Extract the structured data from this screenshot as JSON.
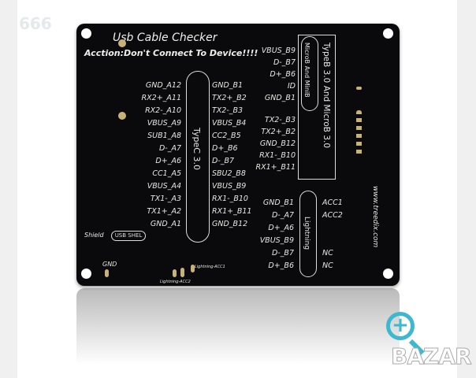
{
  "watermark": "666",
  "board": {
    "title": "Usb Cable Checker",
    "warning": "Acction:Don't Connect To Device!!!!",
    "typec_label": "TypeC 3.0",
    "typec_left": [
      "GND_A12",
      "RX2+_A11",
      "RX2-_A10",
      "VBUS_A9",
      "SUB1_A8",
      "D-_A7",
      "D+_A6",
      "CC1_A5",
      "VBUS_A4",
      "TX1-_A3",
      "TX1+_A2",
      "GND_A1"
    ],
    "typec_right": [
      "GND_B1",
      "TX2+_B2",
      "TX2-_B3",
      "VBUS_B4",
      "CC2_B5",
      "D+_B6",
      "D-_B7",
      "SBU2_B8",
      "VBUS_B9",
      "RX1-_B10",
      "RX1+_B11",
      "GND_B12"
    ],
    "typeb_label": "TypeB 3.0 And MicroB 3.0",
    "microb_label": "MicroB And MiniB",
    "typeb_pins": [
      "VBUS_B9",
      "D-_B7",
      "D+_B6",
      "ID",
      "GND_B1",
      "TX2-_B3",
      "TX2+_B2",
      "GND_B12",
      "RX1-_B10",
      "RX1+_B11"
    ],
    "lightning_label": "Lightning",
    "lightning_left": [
      "GND_B1",
      "D-_A7",
      "D+_A6",
      "VBUS_B9",
      "D-_B7",
      "D+_B6"
    ],
    "lightning_right": [
      "ACC1",
      "ACC2",
      "NC",
      "NC"
    ],
    "shield": "Shield",
    "usb_shel": "USB SHEL",
    "gnd": "GND",
    "acc1_pad": "Lightning-ACC1",
    "acc2_pad": "Lightning-ACC2",
    "website": "www.treedix.com"
  },
  "overlay": {
    "zoom_icon": "magnifier-plus-icon",
    "logo": "BAZAR",
    "accent": "#3db8cf"
  }
}
